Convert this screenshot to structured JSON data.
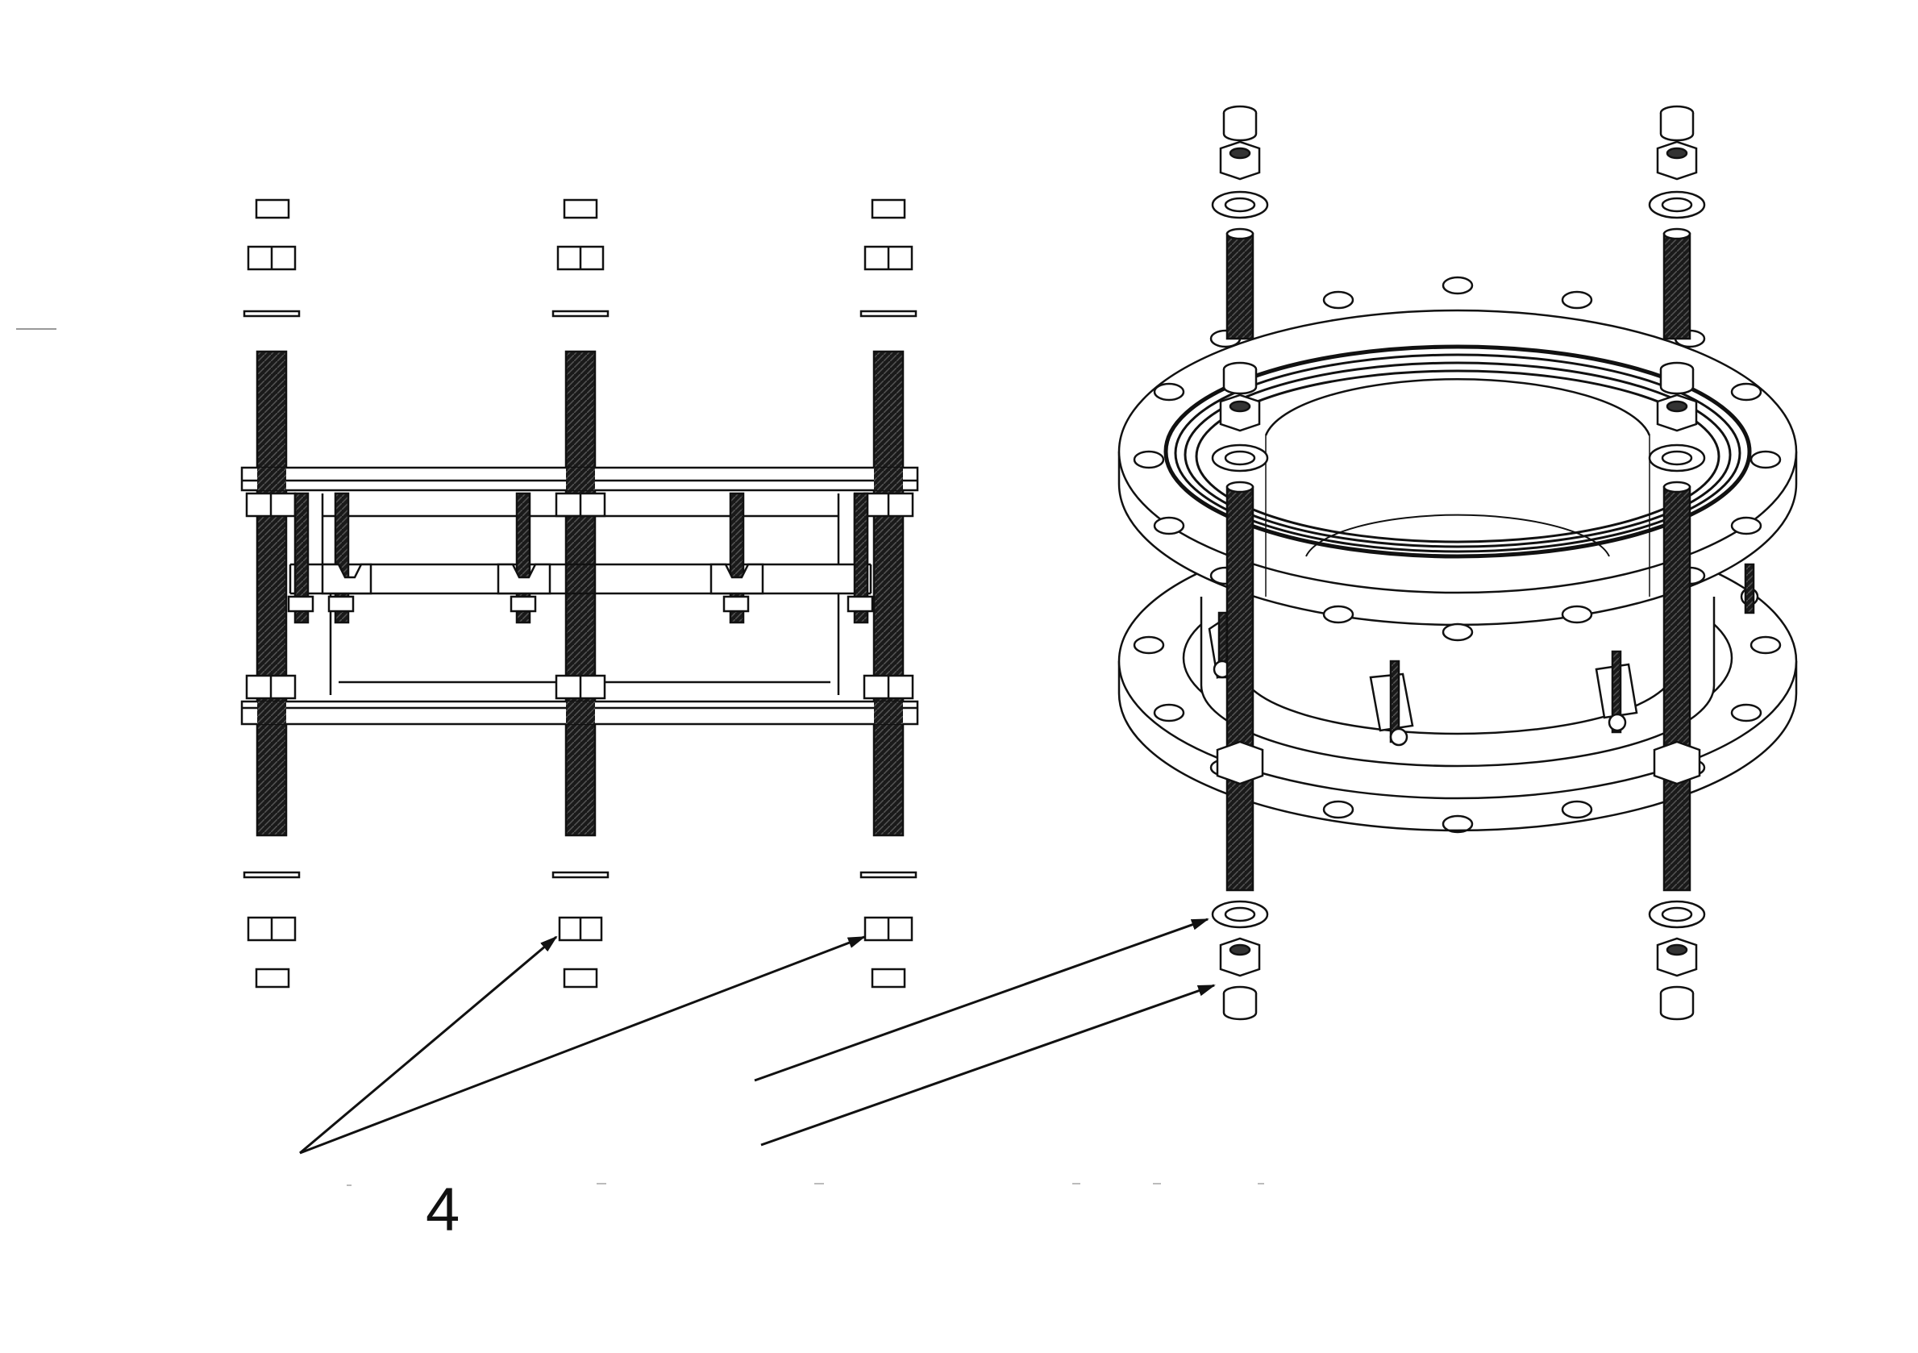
{
  "drawing": {
    "callout_label": "4",
    "palette": {
      "stroke": "#111111",
      "fill_light": "#f2f2f2",
      "fill_white": "#ffffff",
      "thread_dark": "#1a1a1a"
    },
    "components": [
      "front-elevation-view",
      "isometric-assembly-view",
      "hex-nut",
      "washer",
      "cap-nut",
      "threaded-rod",
      "flange-ring",
      "callout-arrow"
    ]
  }
}
